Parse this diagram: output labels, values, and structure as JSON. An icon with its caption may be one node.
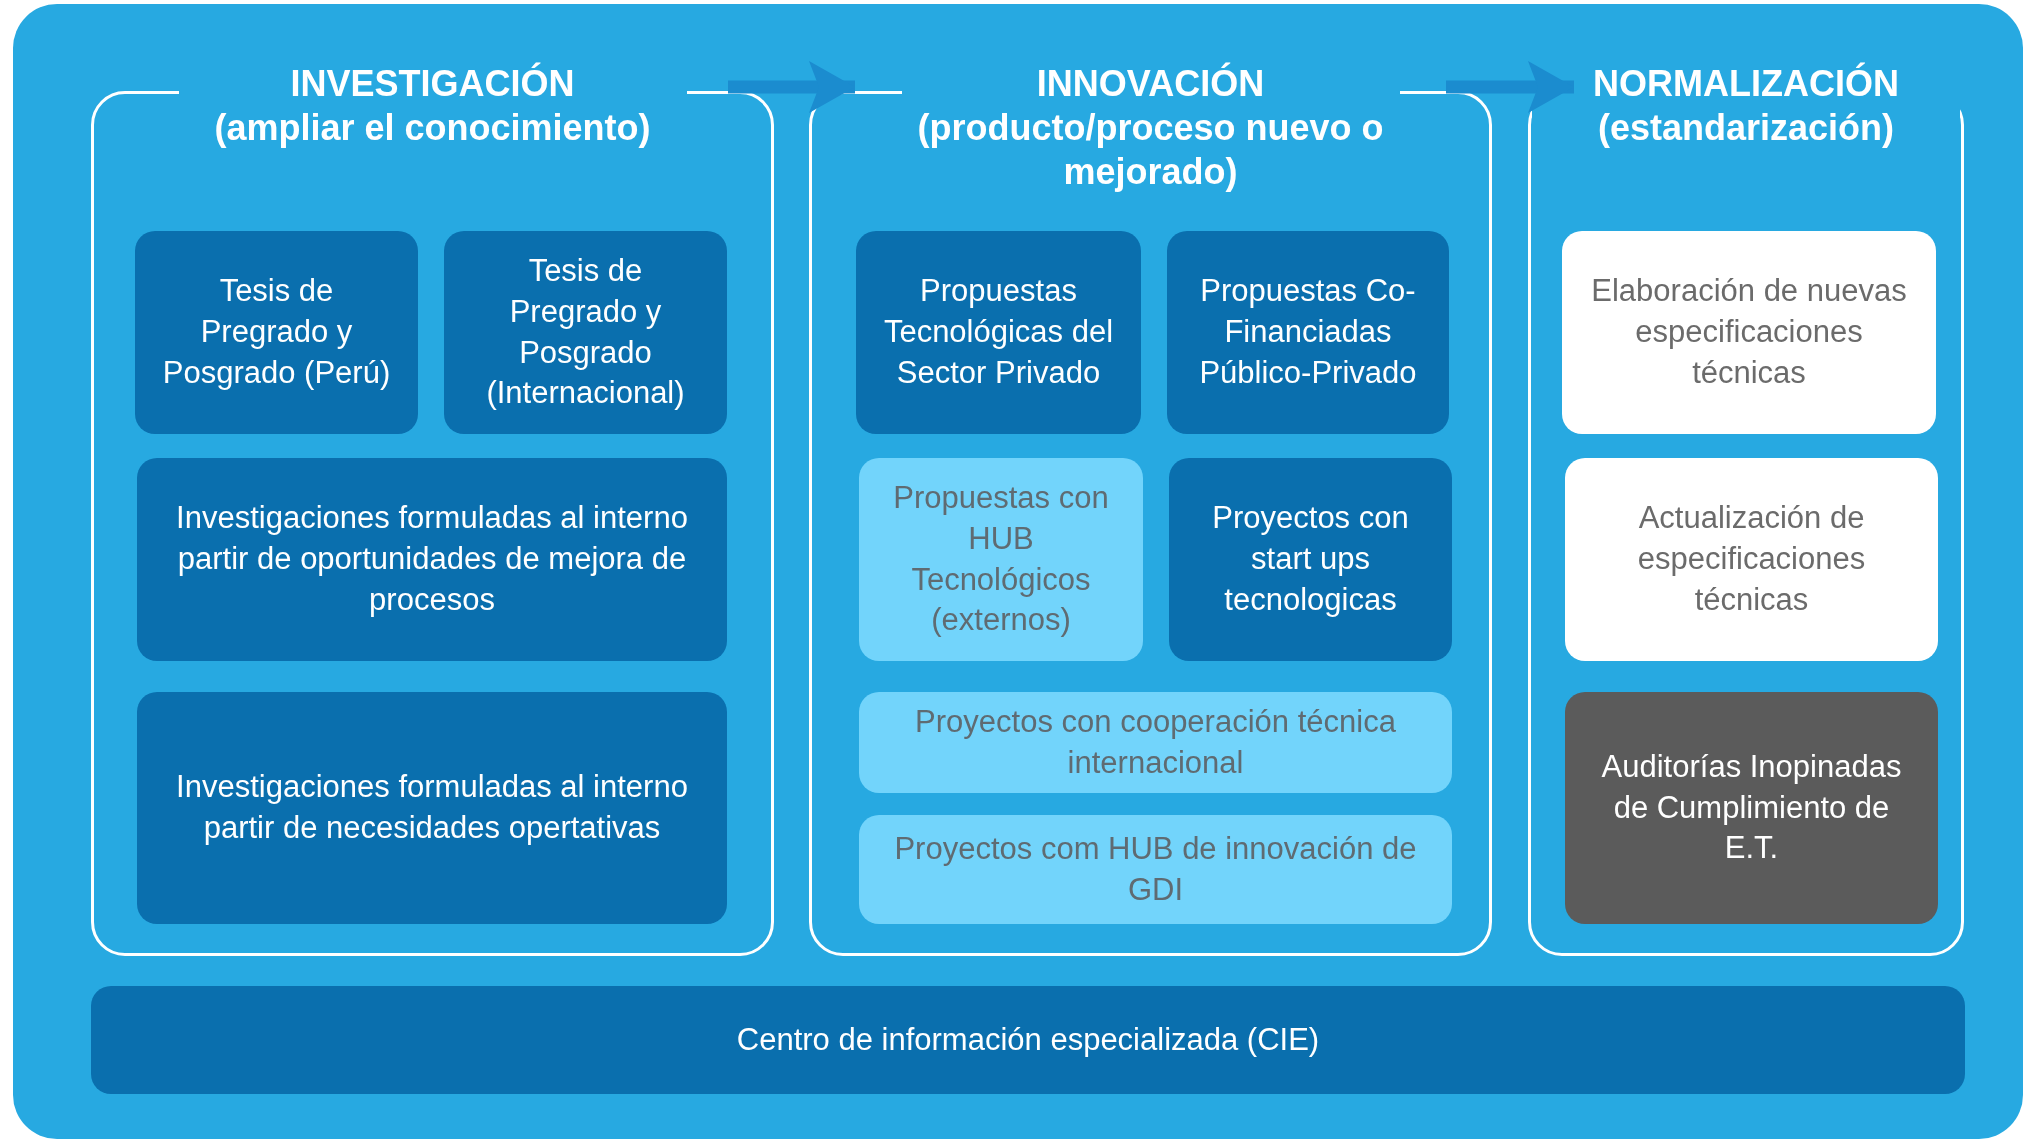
{
  "diagram": {
    "nodes": [
      {
        "text": [
          "INVESTIGACIÓN",
          "(ampliar el conocimiento)"
        ]
      },
      {
        "text": [
          "Tesis de Pregrado y Posgrado (Perú)"
        ],
        "in": 0
      },
      {
        "text": [
          "Tesis de Pregrado y Posgrado (Internacional)"
        ],
        "in": 0
      },
      {
        "text": [
          "Investigaciones formuladas al interno partir de oportunidades de mejora de procesos"
        ],
        "in": 0
      },
      {
        "text": [
          "Investigaciones formuladas al interno partir de necesidades opertativas"
        ],
        "in": 0
      },
      {
        "text": [
          "INNOVACIÓN",
          "(producto/proceso nuevo o mejorado)"
        ]
      },
      {
        "text": [
          "Propuestas Tecnológicas del Sector Privado"
        ],
        "in": 5
      },
      {
        "text": [
          "Propuestas Co-Financiadas Público-Privado"
        ],
        "in": 5
      },
      {
        "text": [
          "Propuestas con HUB Tecnológicos (externos)"
        ],
        "in": 5
      },
      {
        "text": [
          "Proyectos con start ups tecnologicas"
        ],
        "in": 5
      },
      {
        "text": [
          "Proyectos con cooperación técnica internacional"
        ],
        "in": 5
      },
      {
        "text": [
          "Proyectos com HUB de innovación de GDI"
        ],
        "in": 5
      },
      {
        "text": [
          "NORMALIZACIÓN",
          "(estandarización)"
        ]
      },
      {
        "text": [
          "Elaboración de nuevas especificaciones técnicas"
        ],
        "in": 12
      },
      {
        "text": [
          "Actualización de especificaciones técnicas"
        ],
        "in": 12
      },
      {
        "text": [
          "Auditorías Inopinadas de Cumplimiento de E.T."
        ],
        "in": 12
      },
      {
        "text": [
          "Centro de información especializada (CIE)"
        ]
      }
    ],
    "edges": [
      {
        "from": 0,
        "to": 5,
        "arrow": "to"
      },
      {
        "from": 5,
        "to": 12,
        "arrow": "to"
      }
    ]
  }
}
